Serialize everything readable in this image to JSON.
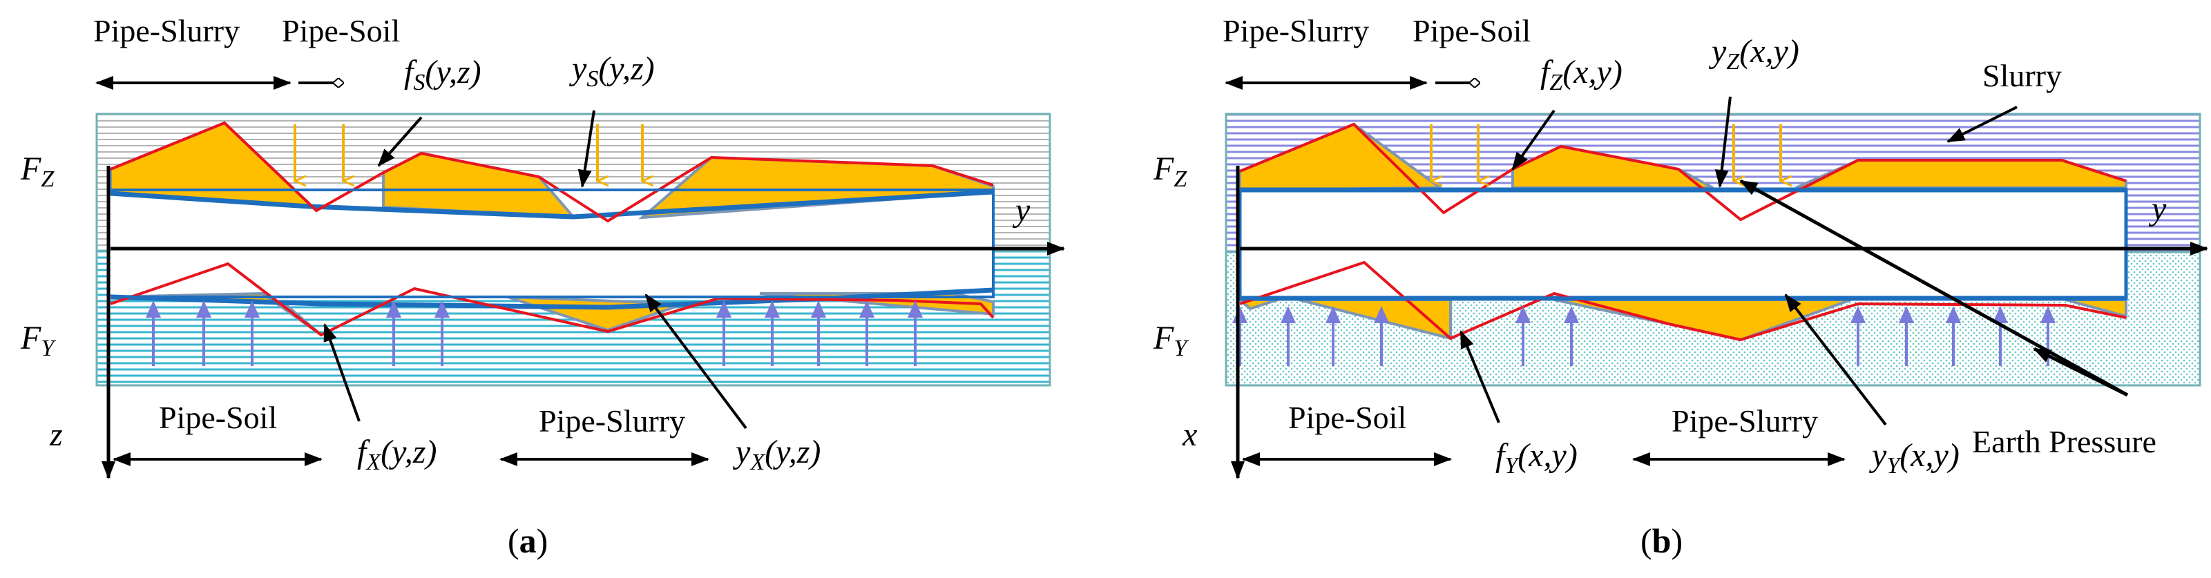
{
  "colors": {
    "load_fill": "#FFBE00",
    "load_edge": "#7D96B4",
    "red_line": "#E8141E",
    "pipe_blue": "#1E6EBE",
    "box_edge": "#6FB2B6",
    "soil_hatch_a": "#B4B4B4",
    "slurry_hatch_a": "#38B6D0",
    "slurry_hatch_b": "#8A8AE0",
    "earth_arrow_down": "#F2B200",
    "earth_arrow_up": "#7A7ADA"
  },
  "panel_a": {
    "caption_open": "(",
    "caption_letter": "a",
    "caption_close": ")",
    "top_left_label": "Pipe-Slurry",
    "top_right_label": "Pipe-Soil",
    "bottom_left_label": "Pipe-Soil",
    "bottom_right_label": "Pipe-Slurry",
    "FZ": {
      "main": "F",
      "sub": "Z"
    },
    "FY": {
      "main": "F",
      "sub": "Y"
    },
    "axis_h": "y",
    "axis_v": "z",
    "f_top": {
      "main": "f",
      "sub": "S",
      "args": "(y,z)"
    },
    "y_top": {
      "main": "y",
      "sub": "S",
      "args": "(y,z)"
    },
    "f_bot": {
      "main": "f",
      "sub": "X",
      "args": "(y,z)"
    },
    "y_bot": {
      "main": "y",
      "sub": "X",
      "args": "(y,z)"
    }
  },
  "panel_b": {
    "caption_open": "(",
    "caption_letter": "b",
    "caption_close": ")",
    "top_left_label": "Pipe-Slurry",
    "top_right_label": "Pipe-Soil",
    "bottom_left_label": "Pipe-Soil",
    "bottom_right_label": "Pipe-Slurry",
    "FZ": {
      "main": "F",
      "sub": "Z"
    },
    "FY": {
      "main": "F",
      "sub": "Y"
    },
    "axis_h": "y",
    "axis_v": "x",
    "f_top": {
      "main": "f",
      "sub": "Z",
      "args": "(x,y)"
    },
    "y_top": {
      "main": "y",
      "sub": "Z",
      "args": "(x,y)"
    },
    "f_bot": {
      "main": "f",
      "sub": "Y",
      "args": "(x,y)"
    },
    "y_bot": {
      "main": "y",
      "sub": "Y",
      "args": "(x,y)"
    },
    "slurry_label": "Slurry",
    "earth_label": "Earth Pressure"
  }
}
